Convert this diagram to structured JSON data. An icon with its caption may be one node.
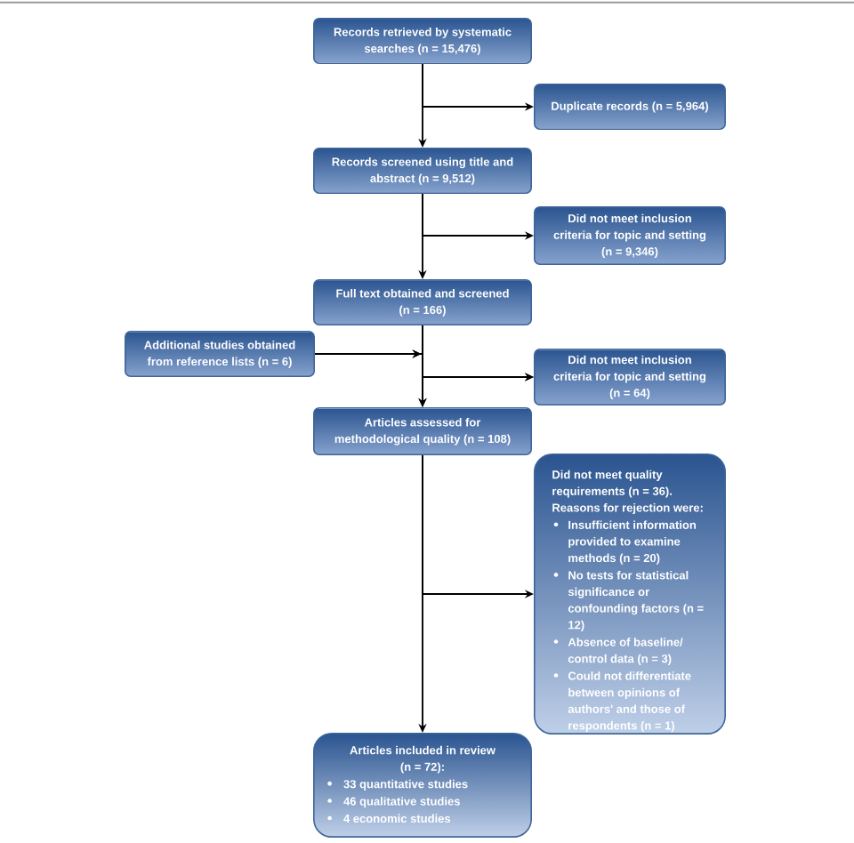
{
  "diagram": {
    "nodes": [
      {
        "text": [
          "Records retrieved by systematic searches (n = 15,476)"
        ]
      },
      {
        "text": [
          "Duplicate records (n = 5,964)"
        ]
      },
      {
        "text": [
          "Records screened using title and abstract (n = 9,512)"
        ]
      },
      {
        "text": [
          "Did not meet inclusion criteria for topic and setting (n = 9,346)"
        ]
      },
      {
        "text": [
          "Full text obtained and screened (n = 166)"
        ]
      },
      {
        "text": [
          "Additional studies obtained from reference lists (n = 6)"
        ]
      },
      {
        "text": [
          "Did not meet inclusion criteria for topic and setting (n = 64)"
        ]
      },
      {
        "text": [
          "Articles assessed for methodological quality (n = 108)"
        ]
      },
      {
        "text": [
          "Did not meet quality requirements (n = 36). Reasons for rejection were:",
          "Insufficient information provided to examine methods (n = 20)",
          "No tests for statistical significance or confounding factors (n = 12)",
          "Absence of baseline/ control data (n = 3)",
          "Could not differentiate between opinions of authors' and those of respondents (n = 1)"
        ]
      },
      {
        "text": [
          "Articles included in review (n = 72):",
          "33 quantitative studies",
          "46 qualitative studies",
          "4 economic studies"
        ]
      }
    ],
    "edges": [
      {
        "from": 0,
        "to": 2,
        "arrow": "to"
      },
      {
        "from": 0,
        "to": 1,
        "arrow": "to"
      },
      {
        "from": 2,
        "to": 4,
        "arrow": "to"
      },
      {
        "from": 2,
        "to": 3,
        "arrow": "to"
      },
      {
        "from": 4,
        "to": 7,
        "arrow": "to"
      },
      {
        "from": 4,
        "to": 6,
        "arrow": "to"
      },
      {
        "from": 5,
        "to": 7,
        "arrow": "to"
      },
      {
        "from": 5,
        "to": 6,
        "arrow": "to"
      },
      {
        "from": 7,
        "to": 9,
        "arrow": "to"
      },
      {
        "from": 7,
        "to": 8,
        "arrow": "to"
      }
    ]
  }
}
